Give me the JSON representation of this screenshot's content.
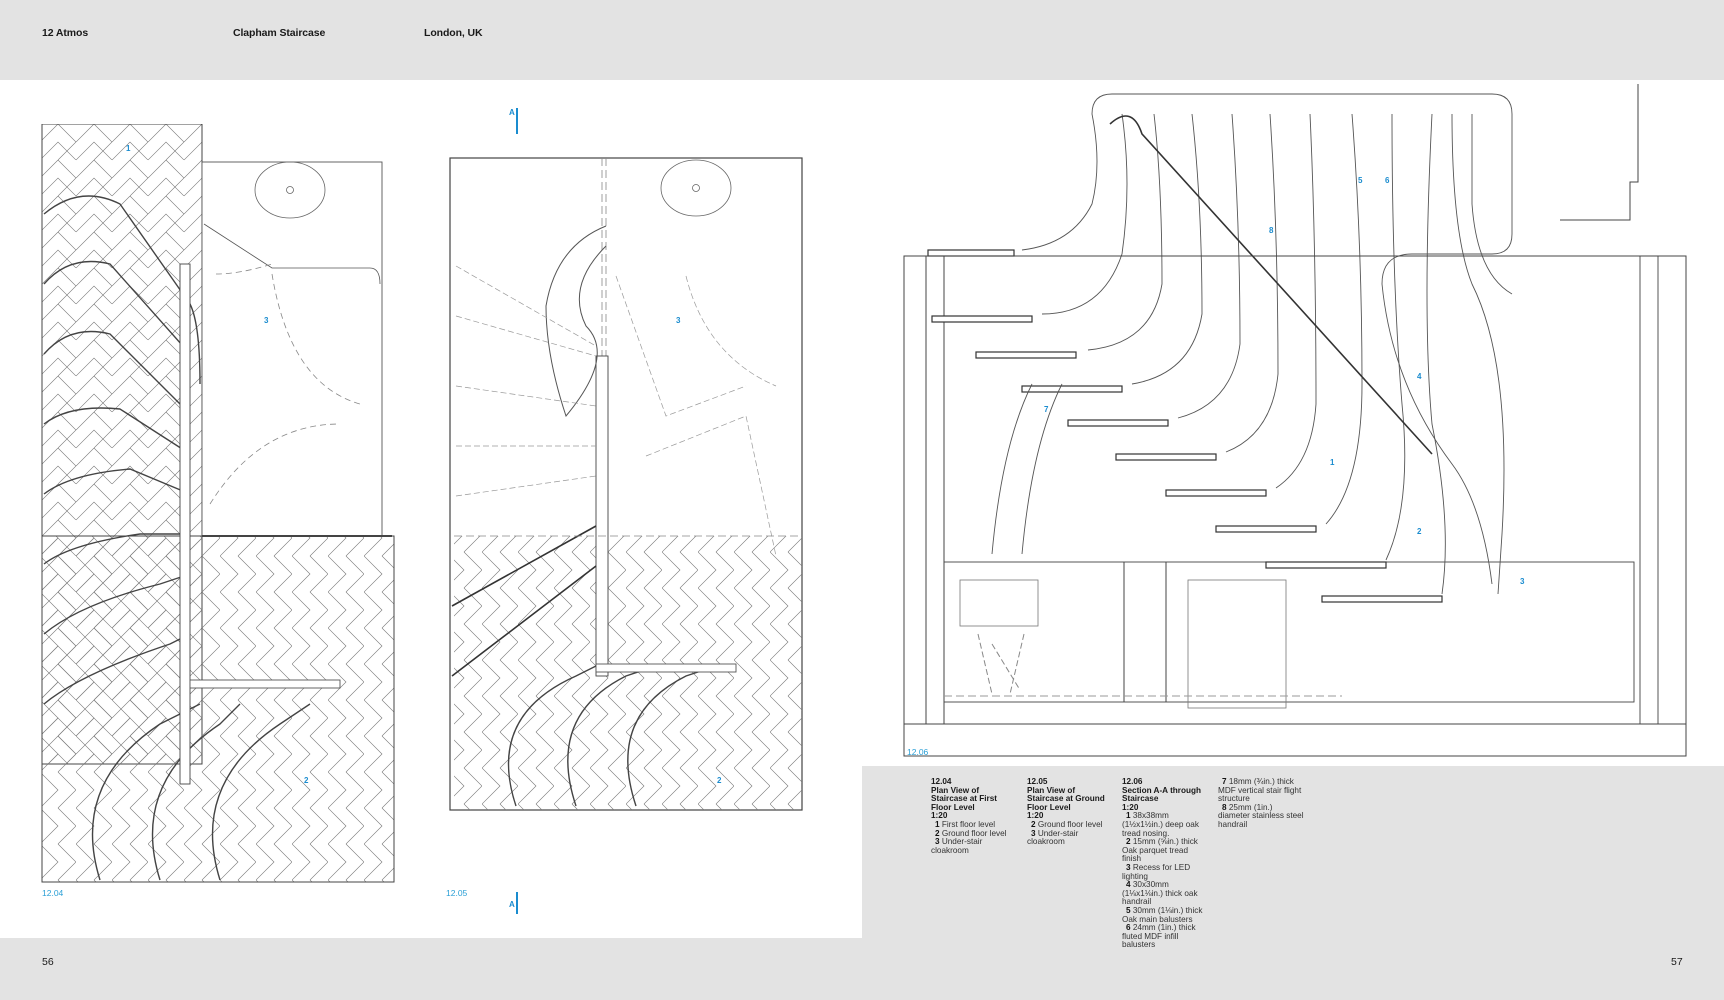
{
  "header": {
    "chapter": "12 Atmos",
    "project": "Clapham Staircase",
    "location": "London, UK"
  },
  "pages": {
    "left_number": "56",
    "right_number": "57"
  },
  "colors": {
    "accent_blue": "#2a9fd6",
    "band_gray": "#e3e3e3",
    "line": "#555555"
  },
  "drawings": [
    {
      "ref": "12.04",
      "callouts": [
        "1",
        "3",
        "2"
      ]
    },
    {
      "ref": "12.05",
      "callouts": [
        "3",
        "2"
      ],
      "section_marker": "A"
    },
    {
      "ref": "12.06",
      "callouts": [
        "8",
        "5",
        "6",
        "4",
        "7",
        "1",
        "2",
        "3"
      ]
    }
  ],
  "captions": [
    {
      "num": "12.04",
      "title": "Plan View of Staircase at First Floor Level",
      "scale": "1:20",
      "items": [
        {
          "n": "1",
          "text": "First floor level"
        },
        {
          "n": "2",
          "text": "Ground floor level"
        },
        {
          "n": "3",
          "text": "Under-stair cloakroom"
        }
      ]
    },
    {
      "num": "12.05",
      "title": "Plan View of Staircase at Ground Floor Level",
      "scale": "1:20",
      "items": [
        {
          "n": "2",
          "text": "Ground floor level"
        },
        {
          "n": "3",
          "text": "Under-stair cloakroom"
        }
      ]
    },
    {
      "num": "12.06",
      "title": "Section A-A through Staircase",
      "scale": "1:20",
      "items": [
        {
          "n": "1",
          "text": "38x38mm (1½x1½in.) deep oak tread nosing."
        },
        {
          "n": "2",
          "text": "15mm (⅝in.) thick Oak parquet tread finish"
        },
        {
          "n": "3",
          "text": "Recess for LED lighting"
        },
        {
          "n": "4",
          "text": "30x30mm (1⅛x1⅛in.) thick oak handrail"
        },
        {
          "n": "5",
          "text": "30mm (1⅛in.) thick Oak main balusters"
        },
        {
          "n": "6",
          "text": "24mm (1in.) thick fluted MDF infill balusters"
        }
      ]
    },
    {
      "num": "",
      "title": "",
      "scale": "",
      "items": [
        {
          "n": "7",
          "text": "18mm (¾in.) thick MDF vertical stair flight structure"
        },
        {
          "n": "8",
          "text": "25mm (1in.) diameter stainless steel handrail"
        }
      ]
    }
  ]
}
